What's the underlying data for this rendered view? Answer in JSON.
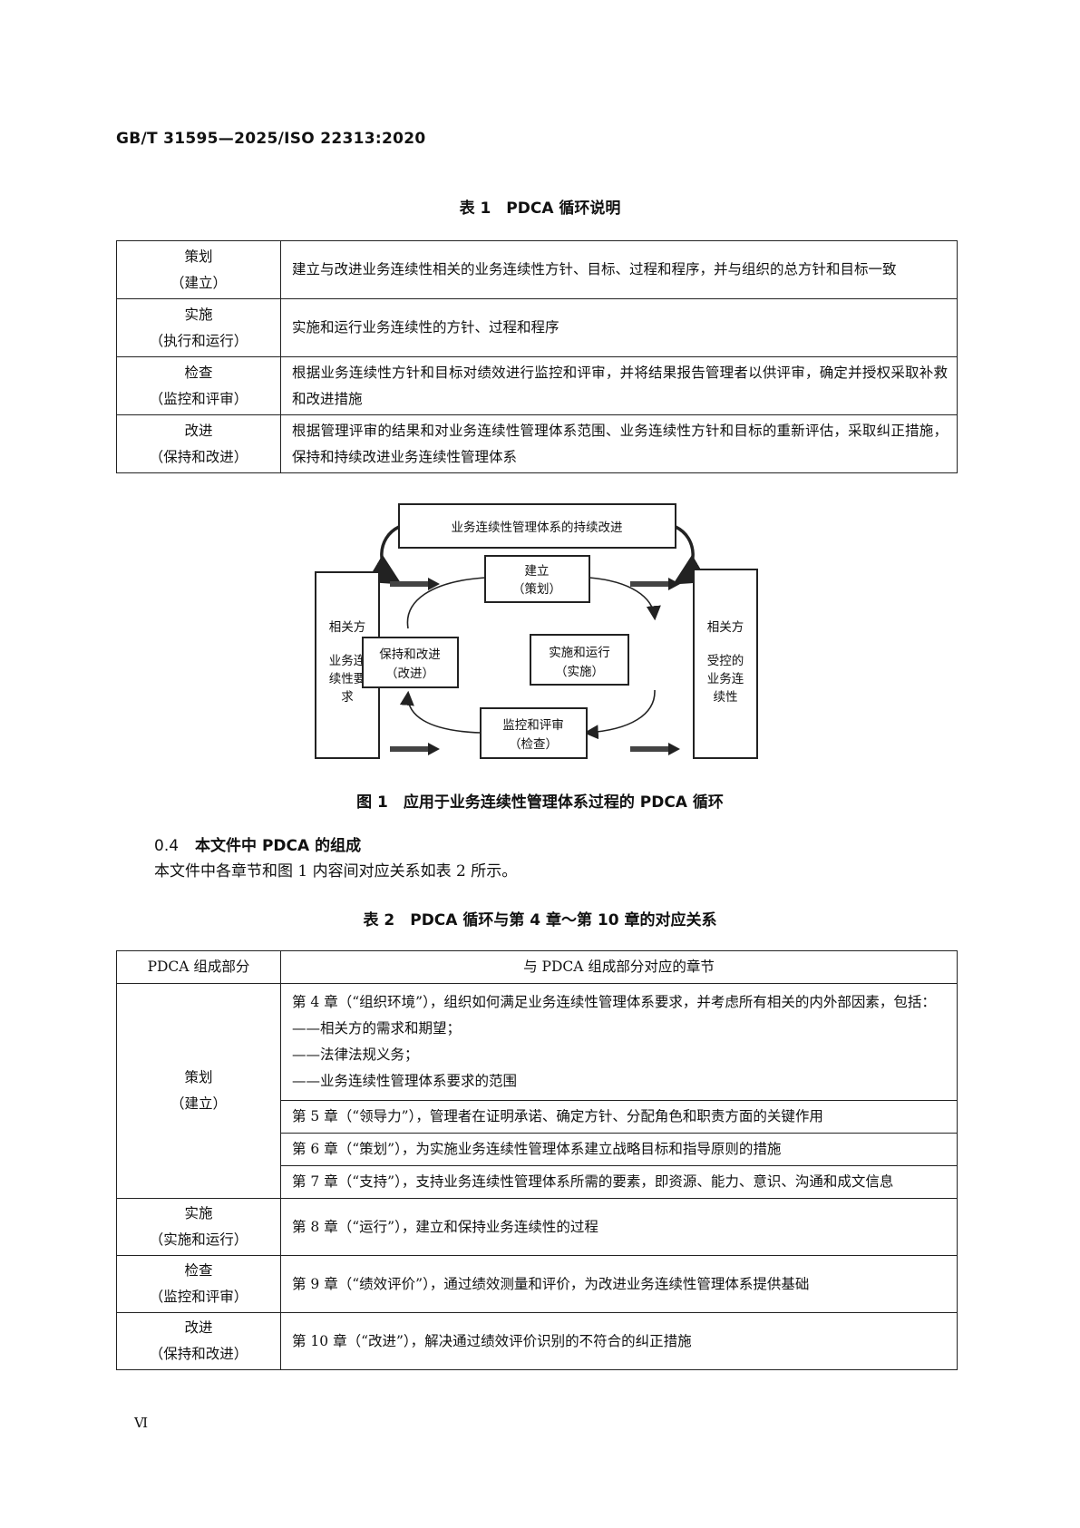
{
  "header": {
    "std_code": "GB/T 31595—2025/ISO 22313:2020"
  },
  "table1": {
    "caption": "表 1　PDCA 循环说明",
    "rows": [
      {
        "phase": "策划",
        "phase_sub": "（建立）",
        "desc": "建立与改进业务连续性相关的业务连续性方针、目标、过程和程序，并与组织的总方针和目标一致"
      },
      {
        "phase": "实施",
        "phase_sub": "（执行和运行）",
        "desc": "实施和运行业务连续性的方针、过程和程序"
      },
      {
        "phase": "检查",
        "phase_sub": "（监控和评审）",
        "desc": "根据业务连续性方针和目标对绩效进行监控和评审，并将结果报告管理者以供评审，确定并授权采取补救和改进措施"
      },
      {
        "phase": "改进",
        "phase_sub": "（保持和改进）",
        "desc": "根据管理评审的结果和对业务连续性管理体系范围、业务连续性方针和目标的重新评估，采取纠正措施，保持和持续改进业务连续性管理体系"
      }
    ]
  },
  "figure1": {
    "caption": "图 1　应用于业务连续性管理体系过程的 PDCA 循环",
    "top_box": "业务连续性管理体系的持续改进",
    "left_box": {
      "line1": "相关方",
      "line2": "业务连",
      "line3": "续性要",
      "line4": "求"
    },
    "right_box": {
      "line1": "相关方",
      "line2": "受控的",
      "line3": "业务连",
      "line4": "续性"
    },
    "plan": {
      "line1": "建立",
      "line2": "（策划）"
    },
    "do": {
      "line1": "实施和运行",
      "line2": "（实施）"
    },
    "check": {
      "line1": "监控和评审",
      "line2": "（检查）"
    },
    "act": {
      "line1": "保持和改进",
      "line2": "（改进）"
    }
  },
  "section": {
    "number": "0.4",
    "title": "本文件中 PDCA 的组成",
    "paragraph": "本文件中各章节和图 1 内容间对应关系如表 2 所示。"
  },
  "table2": {
    "caption": "表 2　PDCA 循环与第 4 章～第 10 章的对应关系",
    "headers": [
      "PDCA 组成部分",
      "与 PDCA 组成部分对应的章节"
    ],
    "plan": {
      "phase": "策划",
      "phase_sub": "（建立）",
      "ch4_intro": "第 4 章（“组织环境”），组织如何满足业务连续性管理体系要求，并考虑所有相关的内外部因素，包括：",
      "ch4_items": [
        "——相关方的需求和期望；",
        "——法律法规义务；",
        "——业务连续性管理体系要求的范围"
      ],
      "ch5": "第 5 章（“领导力”），管理者在证明承诺、确定方针、分配角色和职责方面的关键作用",
      "ch6": "第 6 章（“策划”），为实施业务连续性管理体系建立战略目标和指导原则的措施",
      "ch7": "第 7 章（“支持”），支持业务连续性管理体系所需的要素，即资源、能力、意识、沟通和成文信息"
    },
    "do": {
      "phase": "实施",
      "phase_sub": "（实施和运行）",
      "ch8": "第 8 章（“运行”），建立和保持业务连续性的过程"
    },
    "check": {
      "phase": "检查",
      "phase_sub": "（监控和评审）",
      "ch9": "第 9 章（“绩效评价”），通过绩效测量和评价，为改进业务连续性管理体系提供基础"
    },
    "act": {
      "phase": "改进",
      "phase_sub": "（保持和改进）",
      "ch10": "第 10 章（“改进”），解决通过绩效评价识别的不符合的纠正措施"
    }
  },
  "footer": {
    "page_number": "Ⅵ"
  }
}
